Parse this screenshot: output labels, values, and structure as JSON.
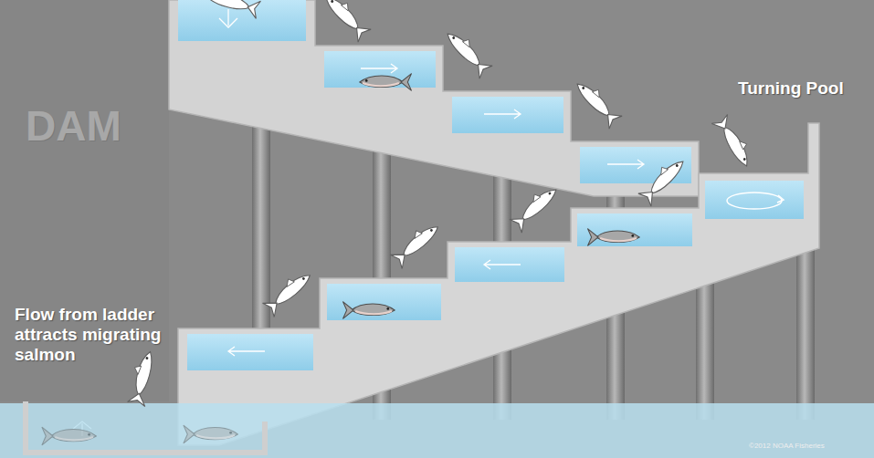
{
  "diagram": {
    "labels": [
      "DAM",
      "Turning Pool",
      "Flow from ladder attracts migrating salmon",
      "©2012 NOAA Fisheries"
    ]
  }
}
